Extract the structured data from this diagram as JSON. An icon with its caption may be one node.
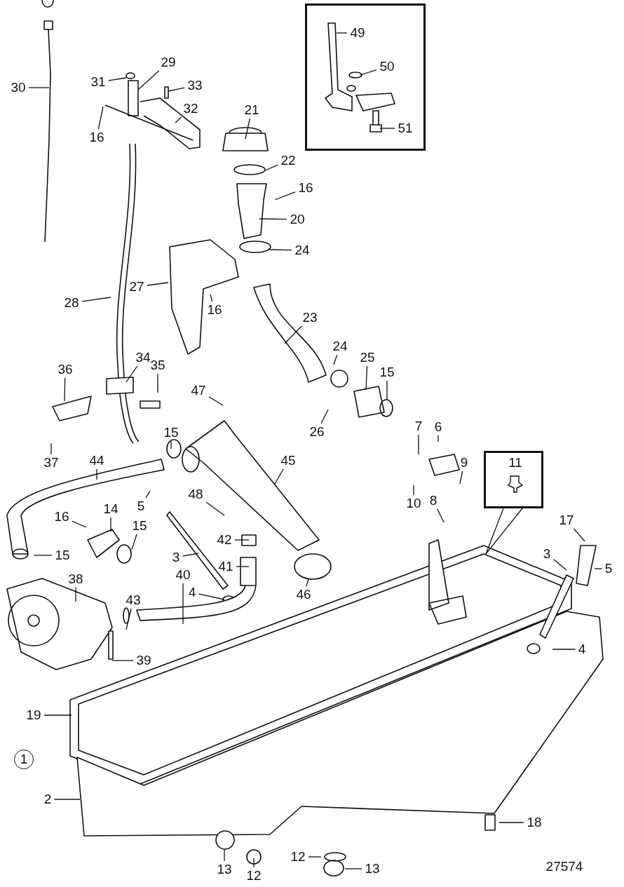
{
  "diagram": {
    "nodes": [
      {
        "text": [
          "30"
        ]
      },
      {
        "text": [
          "31"
        ]
      },
      {
        "text": [
          "29"
        ]
      },
      {
        "text": [
          "33"
        ]
      },
      {
        "text": [
          "16"
        ]
      },
      {
        "text": [
          "32"
        ]
      },
      {
        "text": [
          "21"
        ]
      },
      {
        "text": [
          "22"
        ]
      },
      {
        "text": [
          "16"
        ]
      },
      {
        "text": [
          "20"
        ]
      },
      {
        "text": [
          "24"
        ]
      },
      {
        "text": [
          "27"
        ]
      },
      {
        "text": [
          "16"
        ]
      },
      {
        "text": [
          "28"
        ]
      },
      {
        "text": [
          "23"
        ]
      },
      {
        "text": [
          "24"
        ]
      },
      {
        "text": [
          "25"
        ]
      },
      {
        "text": [
          "15"
        ]
      },
      {
        "text": [
          "34"
        ]
      },
      {
        "text": [
          "36"
        ]
      },
      {
        "text": [
          "35"
        ]
      },
      {
        "text": [
          "47"
        ]
      },
      {
        "text": [
          "15"
        ]
      },
      {
        "text": [
          "26"
        ]
      },
      {
        "text": [
          "45"
        ]
      },
      {
        "text": [
          "7"
        ]
      },
      {
        "text": [
          "6"
        ]
      },
      {
        "text": [
          "9"
        ]
      },
      {
        "text": [
          "37"
        ]
      },
      {
        "text": [
          "44"
        ]
      },
      {
        "text": [
          "5"
        ]
      },
      {
        "text": [
          "48"
        ]
      },
      {
        "text": [
          "10"
        ]
      },
      {
        "text": [
          "8"
        ]
      },
      {
        "text": [
          "11"
        ]
      },
      {
        "text": [
          "17"
        ]
      },
      {
        "text": [
          "3"
        ]
      },
      {
        "text": [
          "5"
        ]
      },
      {
        "text": [
          "14"
        ]
      },
      {
        "text": [
          "16"
        ]
      },
      {
        "text": [
          "15"
        ]
      },
      {
        "text": [
          "15"
        ]
      },
      {
        "text": [
          "42"
        ]
      },
      {
        "text": [
          "41"
        ]
      },
      {
        "text": [
          "3"
        ]
      },
      {
        "text": [
          "40"
        ]
      },
      {
        "text": [
          "4"
        ]
      },
      {
        "text": [
          "46"
        ]
      },
      {
        "text": [
          "38"
        ]
      },
      {
        "text": [
          "43"
        ]
      },
      {
        "text": [
          "4"
        ]
      },
      {
        "text": [
          "39"
        ]
      },
      {
        "text": [
          "19"
        ]
      },
      {
        "text": [
          "2"
        ]
      },
      {
        "text": [
          "18"
        ]
      },
      {
        "text": [
          "13"
        ]
      },
      {
        "text": [
          "12"
        ]
      },
      {
        "text": [
          "12"
        ]
      },
      {
        "text": [
          "13"
        ]
      },
      {
        "text": [],
        "shape": "box"
      },
      {
        "text": [
          "49"
        ],
        "in": 59
      },
      {
        "text": [
          "50"
        ],
        "in": 59
      },
      {
        "text": [
          "51"
        ],
        "in": 59
      }
    ],
    "edges": [
      {
        "from": 0,
        "to": null,
        "arrow": "none"
      },
      {
        "from": 1,
        "to": null,
        "arrow": "none"
      },
      {
        "from": 2,
        "to": null,
        "arrow": "none"
      },
      {
        "from": 3,
        "to": null,
        "arrow": "none"
      },
      {
        "from": 4,
        "to": null,
        "arrow": "none"
      },
      {
        "from": 5,
        "to": null,
        "arrow": "none"
      },
      {
        "from": 6,
        "to": null,
        "arrow": "none"
      },
      {
        "from": 7,
        "to": null,
        "arrow": "none"
      },
      {
        "from": 8,
        "to": null,
        "arrow": "none"
      },
      {
        "from": 9,
        "to": null,
        "arrow": "none"
      },
      {
        "from": 10,
        "to": null,
        "arrow": "none"
      },
      {
        "from": 11,
        "to": null,
        "arrow": "none"
      },
      {
        "from": 12,
        "to": null,
        "arrow": "none"
      },
      {
        "from": 13,
        "to": null,
        "arrow": "none"
      },
      {
        "from": 14,
        "to": null,
        "arrow": "none"
      },
      {
        "from": 15,
        "to": null,
        "arrow": "none"
      },
      {
        "from": 16,
        "to": null,
        "arrow": "none"
      },
      {
        "from": 17,
        "to": null,
        "arrow": "none"
      },
      {
        "from": 18,
        "to": null,
        "arrow": "none"
      },
      {
        "from": 19,
        "to": null,
        "arrow": "none"
      },
      {
        "from": 20,
        "to": null,
        "arrow": "none"
      },
      {
        "from": 21,
        "to": null,
        "arrow": "none"
      },
      {
        "from": 22,
        "to": null,
        "arrow": "none"
      },
      {
        "from": 23,
        "to": null,
        "arrow": "none"
      },
      {
        "from": 24,
        "to": null,
        "arrow": "none"
      },
      {
        "from": 25,
        "to": null,
        "arrow": "none"
      },
      {
        "from": 26,
        "to": null,
        "arrow": "none"
      },
      {
        "from": 27,
        "to": null,
        "arrow": "none"
      },
      {
        "from": 28,
        "to": null,
        "arrow": "none"
      },
      {
        "from": 29,
        "to": null,
        "arrow": "none"
      },
      {
        "from": 30,
        "to": null,
        "arrow": "none"
      },
      {
        "from": 31,
        "to": null,
        "arrow": "none"
      },
      {
        "from": 32,
        "to": null,
        "arrow": "none"
      },
      {
        "from": 33,
        "to": null,
        "arrow": "none"
      },
      {
        "from": 34,
        "to": null,
        "arrow": "none"
      },
      {
        "from": 35,
        "to": null,
        "arrow": "none"
      },
      {
        "from": 36,
        "to": null,
        "arrow": "none"
      },
      {
        "from": 37,
        "to": null,
        "arrow": "none"
      },
      {
        "from": 38,
        "to": null,
        "arrow": "none"
      },
      {
        "from": 39,
        "to": null,
        "arrow": "none"
      },
      {
        "from": 40,
        "to": null,
        "arrow": "none"
      },
      {
        "from": 41,
        "to": null,
        "arrow": "none"
      },
      {
        "from": 42,
        "to": null,
        "arrow": "none"
      },
      {
        "from": 43,
        "to": null,
        "arrow": "none"
      },
      {
        "from": 44,
        "to": null,
        "arrow": "none"
      },
      {
        "from": 45,
        "to": null,
        "arrow": "none"
      },
      {
        "from": 46,
        "to": null,
        "arrow": "none"
      },
      {
        "from": 47,
        "to": null,
        "arrow": "none"
      },
      {
        "from": 48,
        "to": null,
        "arrow": "none"
      },
      {
        "from": 49,
        "to": null,
        "arrow": "none"
      },
      {
        "from": 50,
        "to": null,
        "arrow": "none"
      },
      {
        "from": 51,
        "to": null,
        "arrow": "none"
      },
      {
        "from": 52,
        "to": null,
        "arrow": "none"
      },
      {
        "from": 53,
        "to": null,
        "arrow": "none"
      },
      {
        "from": 54,
        "to": null,
        "arrow": "none"
      },
      {
        "from": 55,
        "to": null,
        "arrow": "none"
      },
      {
        "from": 56,
        "to": null,
        "arrow": "none"
      },
      {
        "from": 57,
        "to": null,
        "arrow": "none"
      },
      {
        "from": 58,
        "to": null,
        "arrow": "none"
      },
      {
        "from": 60,
        "to": null,
        "arrow": "none"
      },
      {
        "from": 61,
        "to": null,
        "arrow": "none"
      },
      {
        "from": 62,
        "to": null,
        "arrow": "none"
      }
    ],
    "labels": [
      "1",
      "27574"
    ]
  }
}
